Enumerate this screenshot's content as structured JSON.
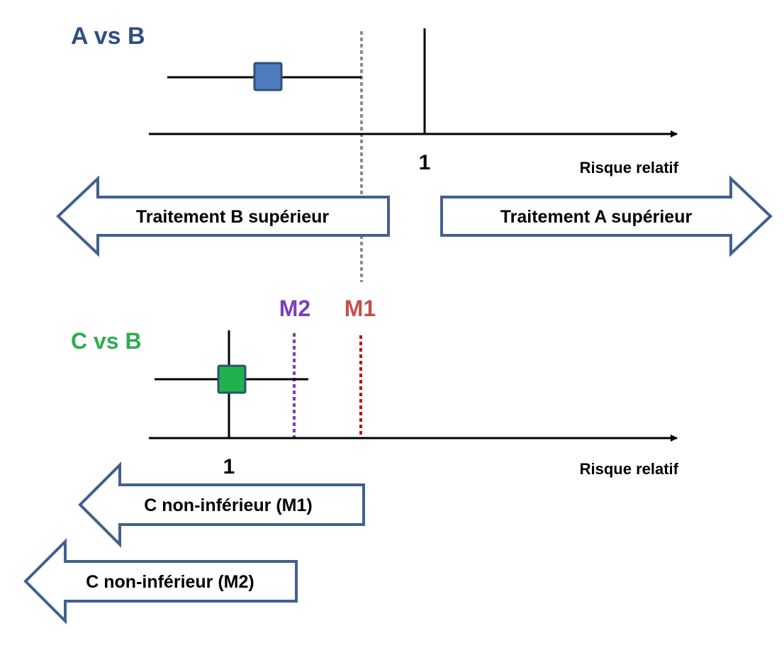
{
  "colors": {
    "axis": "#000000",
    "arrow_outline": "#41618d",
    "title_ab": "#2e4f83",
    "title_cb": "#2eac53",
    "marker_blue": "#4d7cc1",
    "marker_green": "#22b24c",
    "marker_border": "#2f4f7a",
    "margin_gray": "#8c8c8c",
    "m1": "#c0504d",
    "m2": "#7b3fb8",
    "m1_line": "#c01010"
  },
  "top_panel": {
    "title": "A vs B",
    "tick_label": "1",
    "axis_label": "Risque relatif",
    "arrow_left_label": "Traitement B supérieur",
    "arrow_right_label": "Traitement A supérieur"
  },
  "bottom_panel": {
    "title": "C vs B",
    "tick_label": "1",
    "axis_label": "Risque relatif",
    "m2_label": "M2",
    "m1_label": "M1",
    "arrow_m1_label": "C non-inférieur (M1)",
    "arrow_m2_label": "C non-inférieur (M2)"
  }
}
